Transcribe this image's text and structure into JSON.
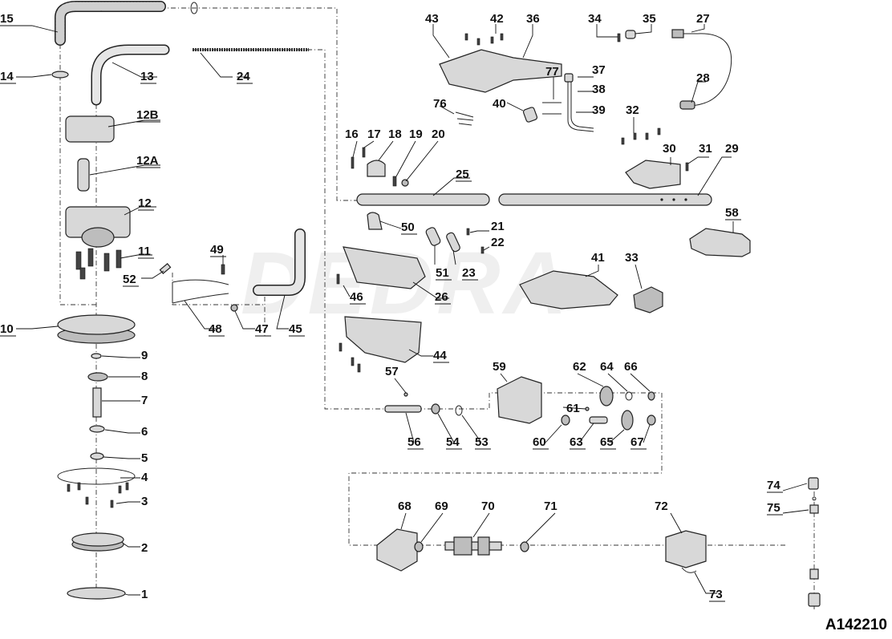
{
  "diagram": {
    "code": "A142210",
    "watermark": "DEDRA",
    "labels": {
      "p1": "1",
      "p2": "2",
      "p3": "3",
      "p4": "4",
      "p5": "5",
      "p6": "6",
      "p7": "7",
      "p8": "8",
      "p9": "9",
      "p10": "10",
      "p11": "11",
      "p12": "12",
      "p12A": "12A",
      "p12B": "12B",
      "p13": "13",
      "p14": "14",
      "p15": "15",
      "p16": "16",
      "p17": "17",
      "p18": "18",
      "p19": "19",
      "p20": "20",
      "p21": "21",
      "p22": "22",
      "p23": "23",
      "p24": "24",
      "p25": "25",
      "p26": "26",
      "p27": "27",
      "p28": "28",
      "p29": "29",
      "p30": "30",
      "p31": "31",
      "p32": "32",
      "p33": "33",
      "p34": "34",
      "p35": "35",
      "p36": "36",
      "p37": "37",
      "p38": "38",
      "p39": "39",
      "p40": "40",
      "p41": "41",
      "p42": "42",
      "p43": "43",
      "p44": "44",
      "p45": "45",
      "p46": "46",
      "p47": "47",
      "p48": "48",
      "p49": "49",
      "p50": "50",
      "p51": "51",
      "p52": "52",
      "p53": "53",
      "p54": "54",
      "p56": "56",
      "p57": "57",
      "p58": "58",
      "p59": "59",
      "p60": "60",
      "p61": "61",
      "p62": "62",
      "p63": "63",
      "p64": "64",
      "p65": "65",
      "p66": "66",
      "p67": "67",
      "p68": "68",
      "p69": "69",
      "p70": "70",
      "p71": "71",
      "p72": "72",
      "p73": "73",
      "p74": "74",
      "p75": "75",
      "p76": "76",
      "p77": "77"
    }
  }
}
